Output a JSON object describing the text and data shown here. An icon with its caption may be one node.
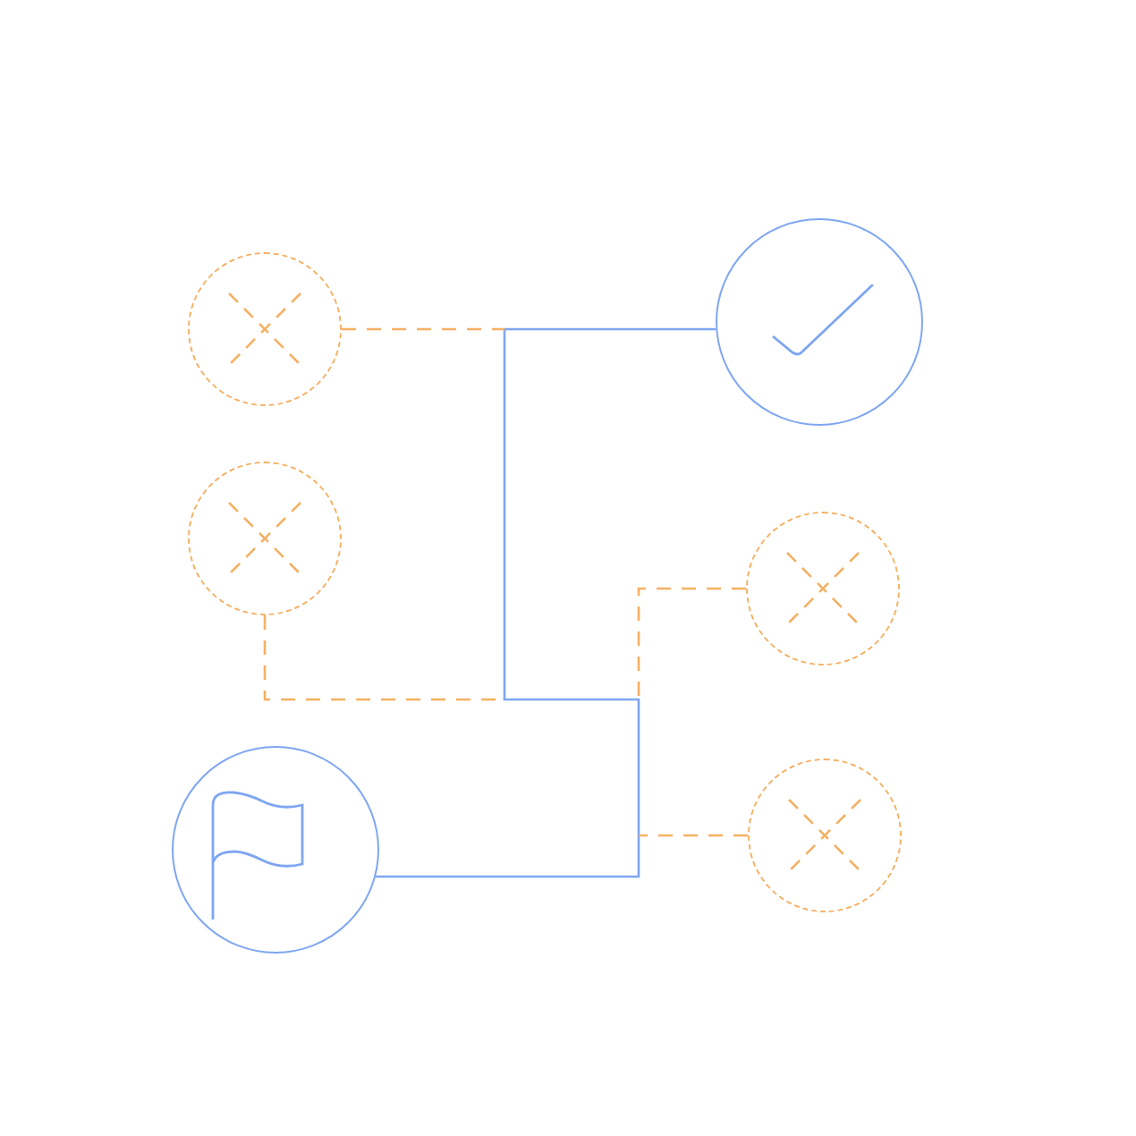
{
  "diagram": {
    "nodes": [
      {
        "text": [],
        "shape": "circle"
      },
      {
        "text": [],
        "shape": "circle"
      },
      {
        "text": [],
        "shape": "circle"
      },
      {
        "text": [],
        "shape": "circle"
      },
      {
        "text": [],
        "shape": "circle"
      },
      {
        "text": [],
        "shape": "circle"
      }
    ],
    "edges": [
      {
        "from": 4,
        "to": 1,
        "arrow": "none",
        "color": "#7ea6f2"
      },
      {
        "from": 0,
        "to": null,
        "arrow": "none",
        "style": "dashed"
      },
      {
        "from": 2,
        "to": null,
        "arrow": "none",
        "style": "dashed"
      },
      {
        "from": 3,
        "to": null,
        "arrow": "none",
        "style": "dashed"
      },
      {
        "from": 5,
        "to": null,
        "arrow": "none",
        "style": "dashed"
      }
    ]
  }
}
